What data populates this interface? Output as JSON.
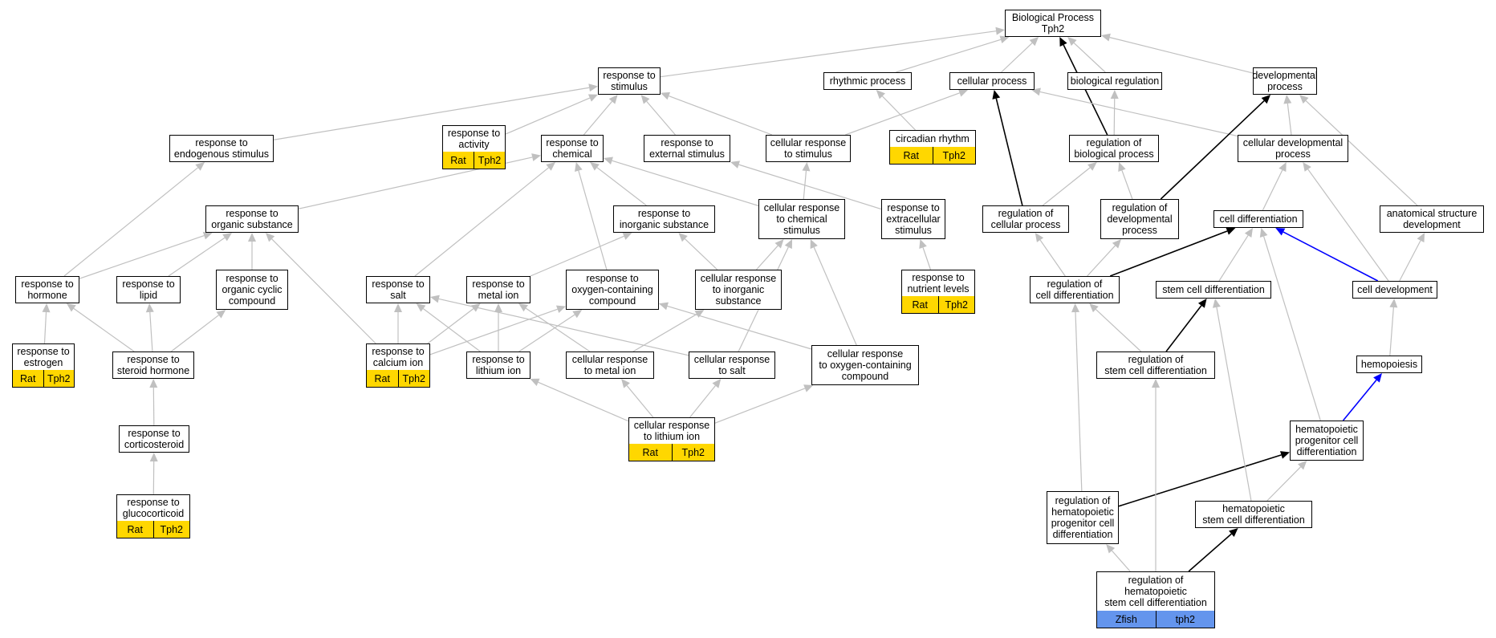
{
  "colors": {
    "gray_edge": "#c0c0c0",
    "black_edge": "#000000",
    "blue_edge": "#0000ff",
    "rat_tag": "#ffd700",
    "zfish_tag": "#6495ed"
  },
  "nodes": {
    "bp": "Biological Process\nTph2",
    "rs": "response to\nstimulus",
    "rp": "rhythmic process",
    "cp": "cellular process",
    "br": "biological regulation",
    "dp": "developmental\nprocess",
    "res": "response to\nendogenous stimulus",
    "ra": "response to\nactivity",
    "rc": "response to\nchemical",
    "rext": "response to\nexternal stimulus",
    "crs": "cellular response\nto stimulus",
    "cr": "circadian rhythm",
    "rbp": "regulation of\nbiological process",
    "cdp": "cellular developmental\nprocess",
    "ros": "response to\norganic substance",
    "ris": "response to\ninorganic substance",
    "crcs": "cellular response\nto chemical\nstimulus",
    "rexs": "response to\nextracellular\nstimulus",
    "rcp": "regulation of\ncellular process",
    "rdp": "regulation of\ndevelopmental\nprocess",
    "cd": "cell differentiation",
    "asd": "anatomical structure\ndevelopment",
    "rh": "response to\nhormone",
    "rl": "response to\nlipid",
    "rocc": "response to\norganic cyclic\ncompound",
    "rsalt": "response to\nsalt",
    "rmi": "response to\nmetal ion",
    "rocomp": "response to\noxygen-containing\ncompound",
    "cris": "cellular response\nto inorganic\nsubstance",
    "rnl": "response to\nnutrient levels",
    "rcd": "regulation of\ncell differentiation",
    "scd": "stem cell differentiation",
    "cdev": "cell development",
    "re": "response to\nestrogen",
    "rsh": "response to\nsteroid hormone",
    "rci": "response to\ncalcium ion",
    "rli": "response to\nlithium ion",
    "crmi": "cellular response\nto metal ion",
    "crsalt": "cellular response\nto salt",
    "croc": "cellular response\nto oxygen-containing\ncompound",
    "rscd": "regulation of\nstem cell differentiation",
    "hemo": "hemopoiesis",
    "rcort": "response to\ncorticosteroid",
    "crli": "cellular response\nto lithium ion",
    "hpcd": "hematopoietic\nprogenitor cell\ndifferentiation",
    "rgluc": "response to\nglucocorticoid",
    "rhpcd": "regulation of\nhematopoietic\nprogenitor cell\ndifferentiation",
    "hscd": "hematopoietic\nstem cell differentiation",
    "rhscd": "regulation of\nhematopoietic\nstem cell differentiation"
  },
  "tags": {
    "ra": [
      "Rat",
      "Tph2"
    ],
    "cr": [
      "Rat",
      "Tph2"
    ],
    "rnl": [
      "Rat",
      "Tph2"
    ],
    "re": [
      "Rat",
      "Tph2"
    ],
    "rci": [
      "Rat",
      "Tph2"
    ],
    "crli": [
      "Rat",
      "Tph2"
    ],
    "rgluc": [
      "Rat",
      "Tph2"
    ],
    "rhscd": [
      "Zfish",
      "tph2"
    ]
  },
  "tag_colors": {
    "ra": "rat_tag",
    "cr": "rat_tag",
    "rnl": "rat_tag",
    "re": "rat_tag",
    "rci": "rat_tag",
    "crli": "rat_tag",
    "rgluc": "rat_tag",
    "rhscd": "zfish_tag"
  }
}
